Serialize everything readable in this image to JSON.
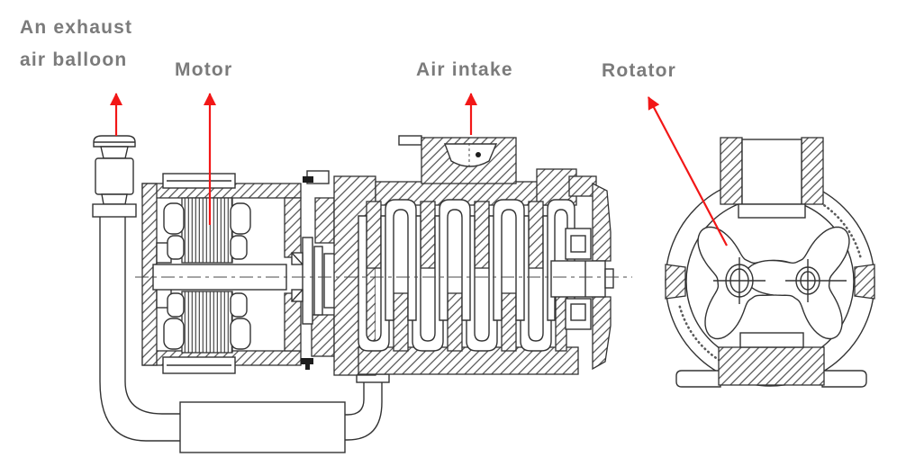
{
  "annotations": {
    "exhaust_balloon": {
      "line1": "An exhaust",
      "line2": "air balloon"
    },
    "motor": "Motor",
    "air_intake": "Air intake",
    "rotator": "Rotator"
  },
  "colors": {
    "label_text": "#7b7b7b",
    "arrow_red": "#f21717",
    "drawing_line": "#333333"
  }
}
